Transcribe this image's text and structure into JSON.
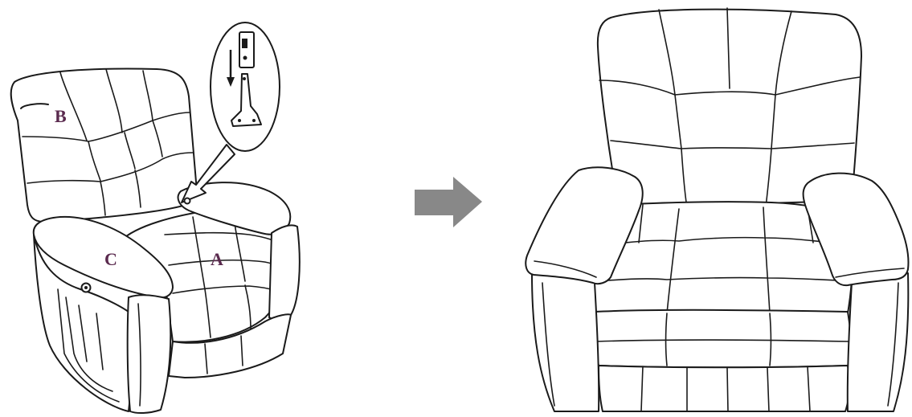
{
  "labels": {
    "a": "A",
    "b": "B",
    "c": "C"
  },
  "colors": {
    "label": "#5a2a4e",
    "arrow": "#888888",
    "line": "#1a1a1a"
  },
  "icons": {
    "transition": "right-arrow-icon",
    "detail_inset": "bracket-detail-magnifier",
    "detail_direction": "down-arrow-icon"
  }
}
